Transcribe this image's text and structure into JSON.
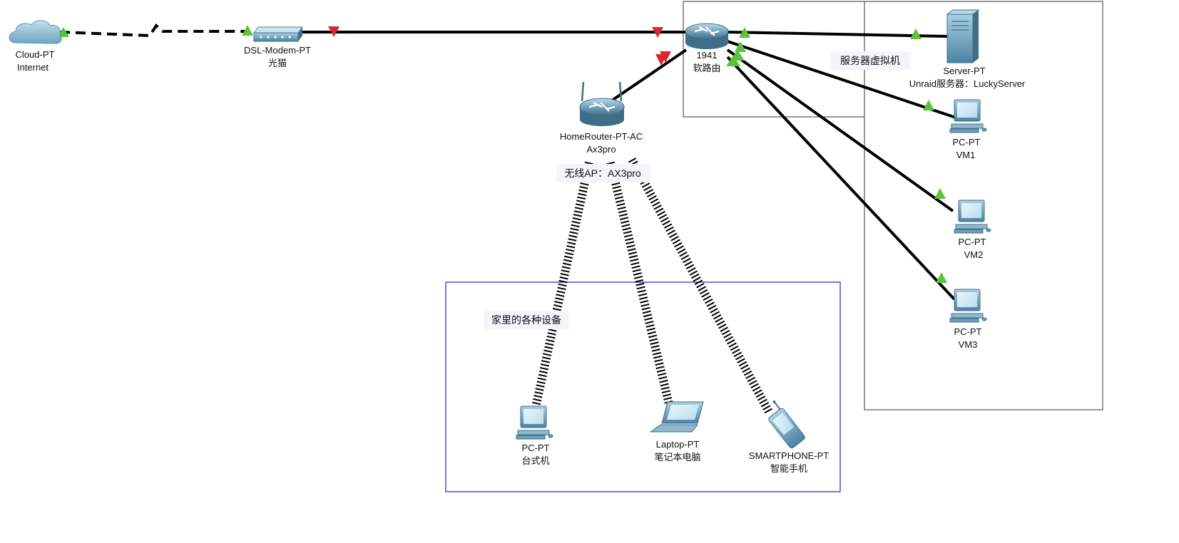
{
  "devices": {
    "cloud": {
      "type": "Cloud-PT",
      "name": "Internet"
    },
    "modem": {
      "type": "DSL-Modem-PT",
      "name": "光猫"
    },
    "router1941": {
      "type": "1941",
      "name": "软路由"
    },
    "home_router": {
      "type": "HomeRouter-PT-AC",
      "name": "Ax3pro"
    },
    "server": {
      "type": "Server-PT",
      "name": "Unraid服务器：LuckyServer"
    },
    "vm1": {
      "type": "PC-PT",
      "name": "VM1"
    },
    "vm2": {
      "type": "PC-PT",
      "name": "VM2"
    },
    "vm3": {
      "type": "PC-PT",
      "name": "VM3"
    },
    "desktop": {
      "type": "PC-PT",
      "name": "台式机"
    },
    "laptop": {
      "type": "Laptop-PT",
      "name": "笔记本电脑"
    },
    "phone": {
      "type": "SMARTPHONE-PT",
      "name": "智能手机"
    }
  },
  "notes": {
    "vm": "服务器虚拟机",
    "ap": "无线AP：AX3pro",
    "home": "家里的各种设备"
  },
  "link_status_colors": {
    "up": "#5cc23a",
    "down": "#d9262f"
  },
  "colors": {
    "cable": "#000000",
    "home_group_border": "#2222cc",
    "server_group_border": "#333333"
  }
}
